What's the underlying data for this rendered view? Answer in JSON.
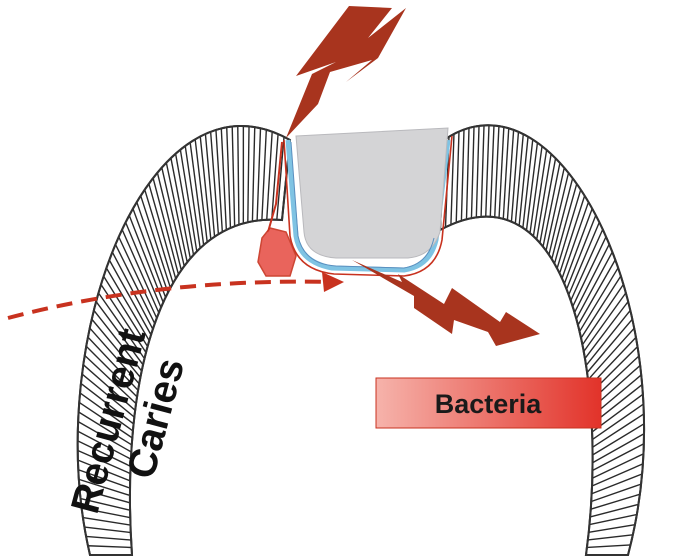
{
  "labels": {
    "recurrent": "Recurrent",
    "caries": "Caries",
    "bacteria": "Bacteria"
  },
  "colors": {
    "lightning": "#a8341e",
    "bacteria_box_light": "#f6b3ab",
    "bacteria_box_dark": "#e2332a",
    "restoration": "#d4d4d6",
    "dashed_arrow": "#c8321f",
    "lesion": "#e7544b",
    "liner_blue": "#7fc3e3",
    "enamel_lines": "#2a2a2a"
  }
}
